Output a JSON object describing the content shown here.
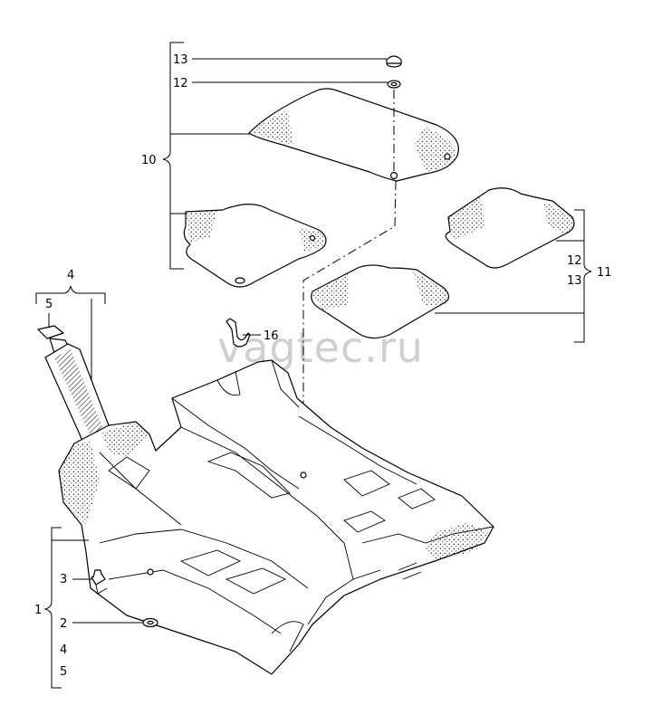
{
  "watermark": "vagtec.ru",
  "callouts": {
    "c13_top": "13",
    "c12_top": "12",
    "c10": "10",
    "c4_top": "4",
    "c5_top": "5",
    "c16": "16",
    "c12_right": "12",
    "c13_right": "13",
    "c11": "11",
    "c3": "3",
    "c1": "1",
    "c2": "2",
    "c4_bottom": "4",
    "c5_bottom": "5"
  }
}
